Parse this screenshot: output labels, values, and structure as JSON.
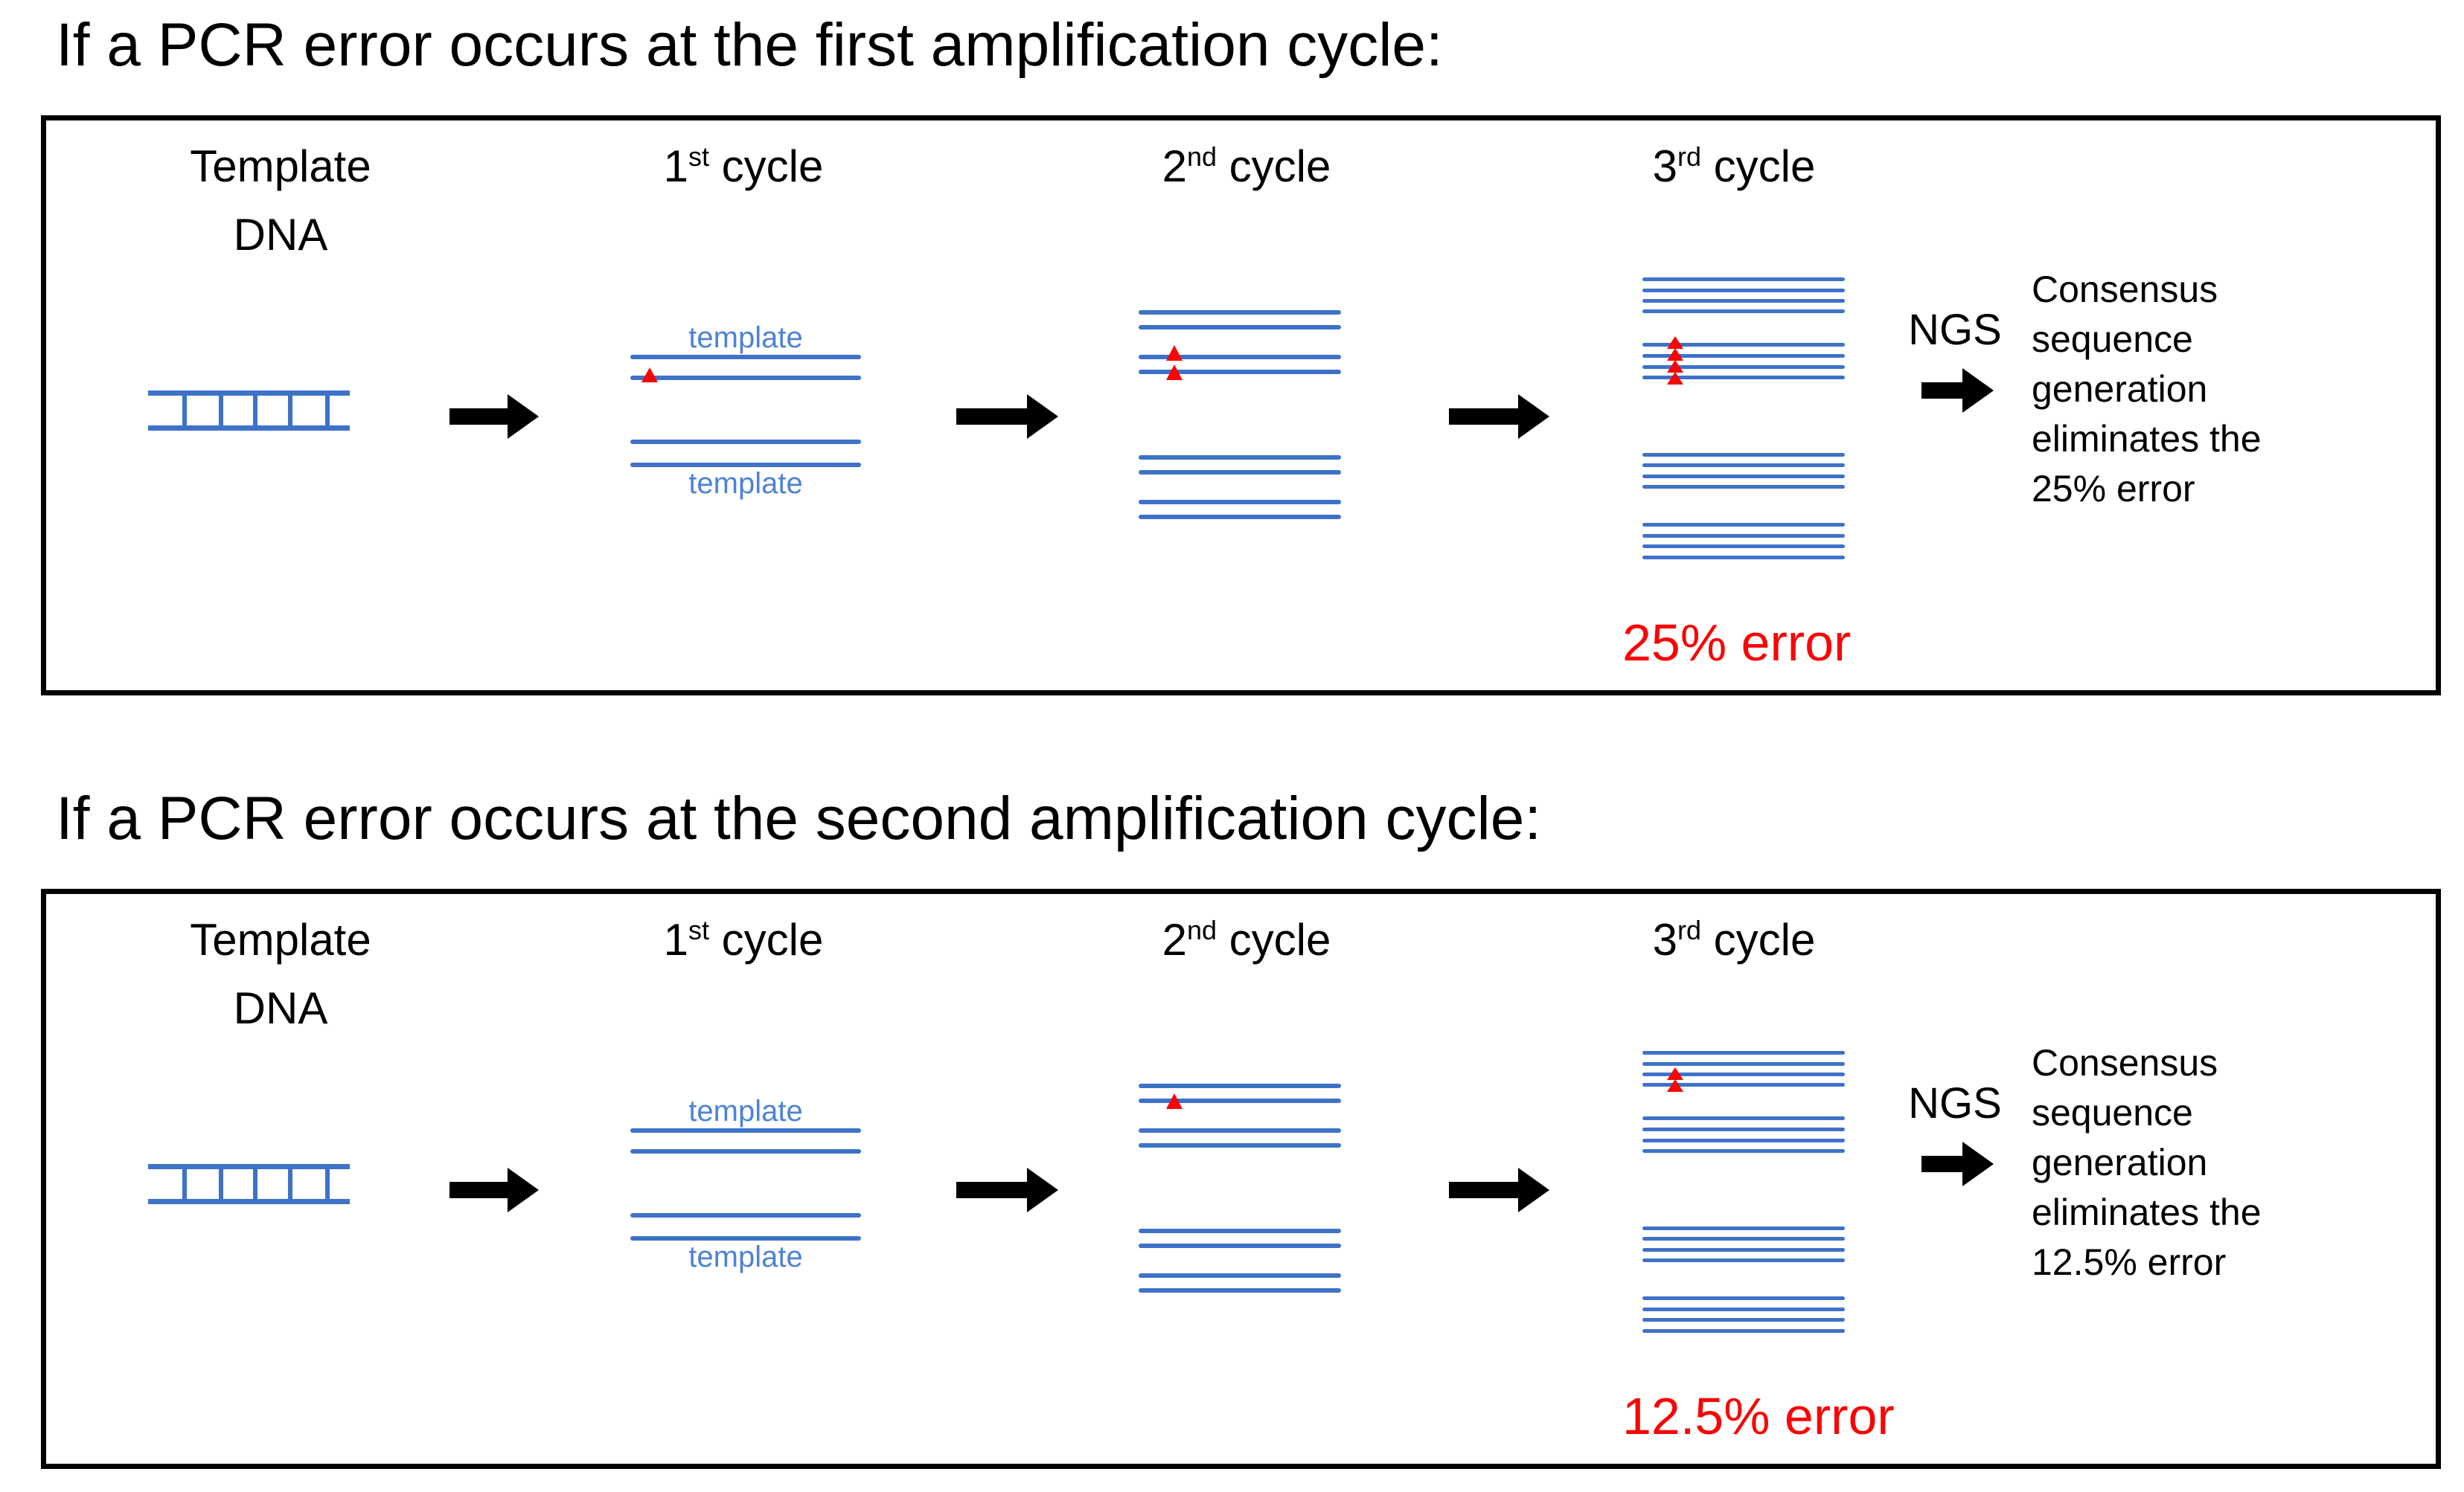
{
  "colors": {
    "strand_blue": "#3e72c8",
    "label_blue": "#4d82d8",
    "error_red": "#f80505",
    "text_black": "#000000"
  },
  "panels": [
    {
      "title": "If a PCR error occurs at the first amplification cycle:",
      "template_dna_label": {
        "line1": "Template",
        "line2": "DNA"
      },
      "cycle_labels": [
        {
          "num": "1",
          "sup": "st",
          "rest": " cycle"
        },
        {
          "num": "2",
          "sup": "nd",
          "rest": " cycle"
        },
        {
          "num": "3",
          "sup": "rd",
          "rest": " cycle"
        }
      ],
      "strand_labels": {
        "top": "template",
        "bottom": "template"
      },
      "ngs_label": "NGS",
      "consensus_text": [
        "Consensus",
        "sequence",
        "generation",
        "eliminates the",
        "25% error"
      ],
      "error_caption": "25% error",
      "errors": {
        "cycle1": {
          "on_strand": 2
        },
        "cycle2": {
          "pair": 2,
          "marks": [
            "above-top",
            "below-bottom"
          ]
        },
        "cycle3": {
          "group": 2,
          "count": 4
        }
      }
    },
    {
      "title": "If a PCR error occurs at the second amplification cycle:",
      "template_dna_label": {
        "line1": "Template",
        "line2": "DNA"
      },
      "cycle_labels": [
        {
          "num": "1",
          "sup": "st",
          "rest": " cycle"
        },
        {
          "num": "2",
          "sup": "nd",
          "rest": " cycle"
        },
        {
          "num": "3",
          "sup": "rd",
          "rest": " cycle"
        }
      ],
      "strand_labels": {
        "top": "template",
        "bottom": "template"
      },
      "ngs_label": "NGS",
      "consensus_text": [
        "Consensus",
        "sequence",
        "generation",
        "eliminates the",
        "12.5% error"
      ],
      "error_caption": "12.5% error",
      "errors": {
        "cycle1": null,
        "cycle2": {
          "pair": 1,
          "marks": [
            "below-bottom"
          ]
        },
        "cycle3": {
          "group": 1,
          "count": 2
        }
      }
    }
  ]
}
